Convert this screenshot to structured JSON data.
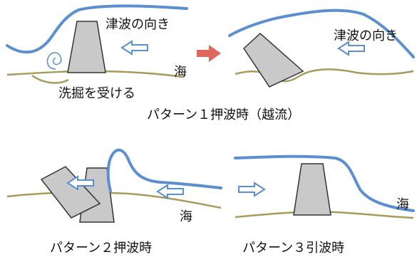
{
  "colors": {
    "wave": "#5b8fd0",
    "ground": "#a89a58",
    "wall_fill": "#c9c9c9",
    "wall_stroke": "#333333",
    "flow_arrow": "#5b8fd0",
    "transition_arrow": "#e0675c",
    "swirl": "#5b8fd0",
    "text": "#111111"
  },
  "icons": {
    "flow_arrow": "hollow-left-arrow",
    "transition_arrow": "red-right-arrow",
    "scour": "swirl-icon"
  },
  "pattern1": {
    "label_wave_dir": "津波の向き",
    "label_wave_dir_right": "津波の向き",
    "label_sea": "海",
    "label_scour": "洗掘を受ける",
    "caption": "パターン１押波時（越流）"
  },
  "pattern2": {
    "label_sea": "海",
    "caption": "パターン２押波時"
  },
  "pattern3": {
    "label_sea": "海",
    "caption": "パターン３引波時"
  }
}
